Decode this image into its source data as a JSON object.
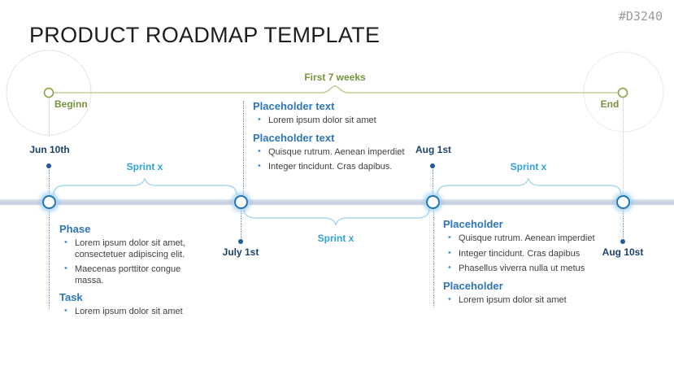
{
  "slide": {
    "title": "PRODUCT ROADMAP TEMPLATE",
    "code": "#D3240"
  },
  "ui": {
    "bullet": "•"
  },
  "timeline": {
    "begin_label": "Beginn",
    "end_label": "End",
    "duration_label": "First 7 weeks"
  },
  "dates": {
    "jun10": "Jun 10th",
    "jul1": "July 1st",
    "aug1": "Aug 1st",
    "aug10": "Aug 10st"
  },
  "sprints": {
    "left": "Sprint x",
    "middle": "Sprint x",
    "right": "Sprint x"
  },
  "blocks": {
    "top_middle": {
      "sections": [
        {
          "heading": "Placeholder text",
          "bullets": [
            "Lorem ipsum dolor sit amet"
          ]
        },
        {
          "heading": "Placeholder text",
          "bullets": [
            "Quisque rutrum. Aenean imperdiet",
            "Integer tincidunt. Cras dapibus."
          ]
        }
      ]
    },
    "bottom_left": {
      "sections": [
        {
          "heading": "Phase",
          "bullets": [
            "Lorem ipsum dolor sit amet, consectetuer adipiscing elit.",
            "Maecenas porttitor congue massa."
          ]
        },
        {
          "heading": "Task",
          "bullets": [
            "Lorem ipsum dolor sit amet"
          ]
        }
      ]
    },
    "bottom_right": {
      "sections": [
        {
          "heading": "Placeholder",
          "bullets": [
            "Quisque rutrum. Aenean imperdiet",
            "Integer tincidunt. Cras dapibus",
            "Phasellus viverra nulla ut metus"
          ]
        },
        {
          "heading": "Placeholder",
          "bullets": [
            "Lorem ipsum dolor sit amet"
          ]
        }
      ]
    }
  },
  "colors": {
    "title_text": "#1d1d1b",
    "code_text": "#9c9c9c",
    "accent_green_text": "#76933c",
    "accent_green_line": "#b3c77f",
    "accent_green_ring": "#8caa4d",
    "date_blue": "#1b4269",
    "heading_blue": "#2e75b6",
    "sprint_azure": "#2ea3d5",
    "brace_azure": "#a9d6eb",
    "body_text": "#3f3f3f",
    "bullet_mark": "#4f97cf",
    "timeline_bar": "#c6d0de",
    "milestone_ring": "#2077b4",
    "dot_blue": "#1f5c9e"
  }
}
